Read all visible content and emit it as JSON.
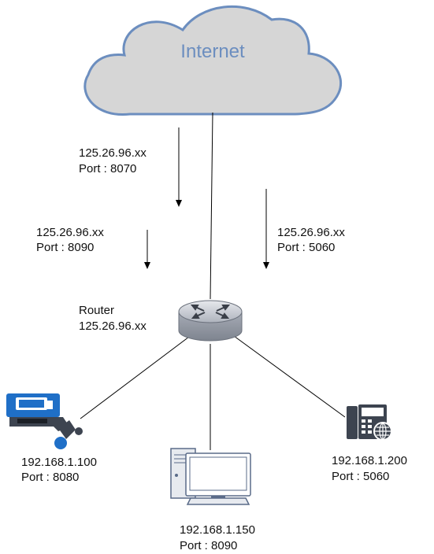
{
  "cloud": {
    "label": "Internet"
  },
  "arrows": [
    {
      "ip": "125.26.96.xx",
      "port": "Port : 8070"
    },
    {
      "ip": "125.26.96.xx",
      "port": "Port : 8090"
    },
    {
      "ip": "125.26.96.xx",
      "port": "Port : 5060"
    }
  ],
  "router": {
    "name": "Router",
    "ip": "125.26.96.xx"
  },
  "devices": [
    {
      "kind": "camera",
      "ip": "192.168.1.100",
      "port": "Port : 8080"
    },
    {
      "kind": "computer",
      "ip": "192.168.1.150",
      "port": "Port : 8090"
    },
    {
      "kind": "ip-phone",
      "ip": "192.168.1.200",
      "port": "Port : 5060"
    }
  ],
  "colors": {
    "cloud_fill": "#d6d6d6",
    "cloud_stroke": "#6c8ebf",
    "icon_blue": "#1f6fc7",
    "icon_dark": "#3d4450"
  }
}
